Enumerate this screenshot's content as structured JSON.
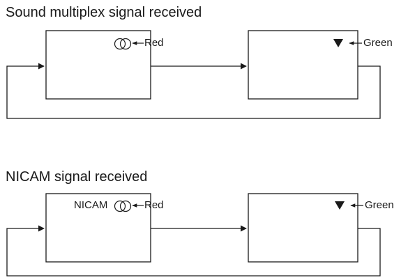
{
  "sections": [
    {
      "title": "Sound multiplex signal received",
      "left_box": {
        "indicator": "stereo-icon",
        "inline_text": "",
        "color_label": "Red"
      },
      "right_box": {
        "indicator": "triangle-down-icon",
        "color_label": "Green"
      }
    },
    {
      "title": "NICAM signal received",
      "left_box": {
        "indicator": "stereo-icon",
        "inline_text": "NICAM",
        "color_label": "Red"
      },
      "right_box": {
        "indicator": "triangle-down-icon",
        "color_label": "Green"
      }
    }
  ]
}
